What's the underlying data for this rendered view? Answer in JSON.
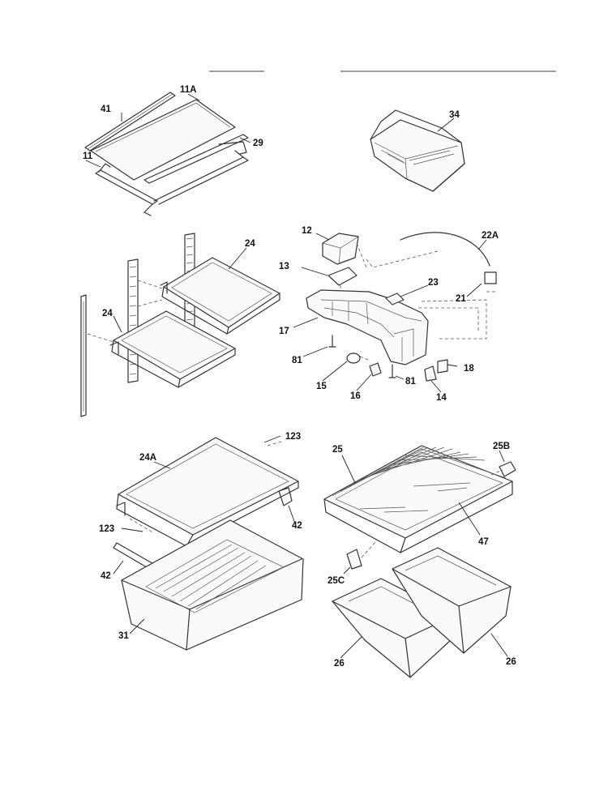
{
  "callouts": [
    {
      "id": "41",
      "text": "41"
    },
    {
      "id": "11A",
      "text": "11A"
    },
    {
      "id": "29",
      "text": "29"
    },
    {
      "id": "11",
      "text": "11"
    },
    {
      "id": "34",
      "text": "34"
    },
    {
      "id": "12",
      "text": "12"
    },
    {
      "id": "22A",
      "text": "22A"
    },
    {
      "id": "13",
      "text": "13"
    },
    {
      "id": "23",
      "text": "23"
    },
    {
      "id": "21",
      "text": "21"
    },
    {
      "id": "17",
      "text": "17"
    },
    {
      "id": "81a",
      "text": "81"
    },
    {
      "id": "81b",
      "text": "81"
    },
    {
      "id": "18",
      "text": "18"
    },
    {
      "id": "15",
      "text": "15"
    },
    {
      "id": "16",
      "text": "16"
    },
    {
      "id": "14",
      "text": "14"
    },
    {
      "id": "24a",
      "text": "24"
    },
    {
      "id": "24b",
      "text": "24"
    },
    {
      "id": "123a",
      "text": "123"
    },
    {
      "id": "24A",
      "text": "24A"
    },
    {
      "id": "123b",
      "text": "123"
    },
    {
      "id": "42a",
      "text": "42"
    },
    {
      "id": "42b",
      "text": "42"
    },
    {
      "id": "31",
      "text": "31"
    },
    {
      "id": "25",
      "text": "25"
    },
    {
      "id": "25B",
      "text": "25B"
    },
    {
      "id": "47",
      "text": "47"
    },
    {
      "id": "25C",
      "text": "25C"
    },
    {
      "id": "26a",
      "text": "26"
    },
    {
      "id": "26b",
      "text": "26"
    }
  ]
}
